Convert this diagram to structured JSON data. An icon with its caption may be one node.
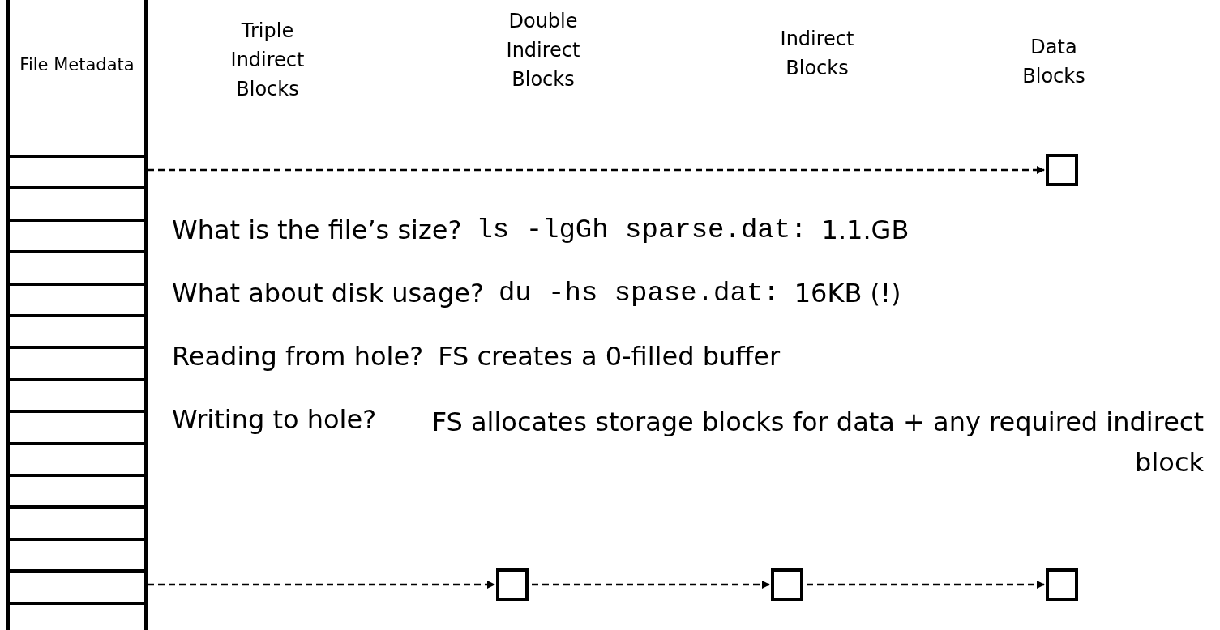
{
  "diagram": {
    "nodes": [
      {
        "text": [
          "File Metadata"
        ]
      },
      {
        "text": [],
        "shape": "box",
        "in": 0
      },
      {
        "text": [],
        "shape": "box",
        "in": 0
      },
      {
        "text": [],
        "shape": "box",
        "in": 0
      },
      {
        "text": [],
        "shape": "box",
        "in": 0
      },
      {
        "text": [],
        "shape": "box",
        "in": 0
      },
      {
        "text": [],
        "shape": "box",
        "in": 0
      },
      {
        "text": [],
        "shape": "box",
        "in": 0
      },
      {
        "text": [],
        "shape": "box",
        "in": 0
      },
      {
        "text": [],
        "shape": "box",
        "in": 0
      },
      {
        "text": [],
        "shape": "box",
        "in": 0
      },
      {
        "text": [],
        "shape": "box",
        "in": 0
      },
      {
        "text": [],
        "shape": "box",
        "in": 0
      },
      {
        "text": [],
        "shape": "box",
        "in": 0
      },
      {
        "text": [],
        "shape": "box",
        "in": 0
      },
      {
        "text": [],
        "shape": "box",
        "in": 0
      },
      {
        "text": [],
        "shape": "box"
      },
      {
        "text": [],
        "shape": "box"
      },
      {
        "text": [],
        "shape": "box"
      },
      {
        "text": [],
        "shape": "box"
      }
    ],
    "edges": [
      {
        "from": 1,
        "to": 16,
        "arrow": "to",
        "style": "dashed"
      },
      {
        "from": 14,
        "to": 17,
        "arrow": "to",
        "style": "dashed"
      },
      {
        "from": 17,
        "to": 18,
        "arrow": "to",
        "style": "dashed"
      },
      {
        "from": 18,
        "to": 19,
        "arrow": "to",
        "style": "dashed"
      }
    ],
    "labels": [
      "Triple Indirect Blocks",
      "Double Indirect Blocks",
      "Indirect Blocks",
      "Data Blocks",
      "What is the file’s size?",
      "ls -lgGh sparse.dat:",
      "1.1.GB",
      "What about disk usage?",
      "du -hs spase.dat:",
      "16KB (!)",
      "Reading from hole?",
      "FS creates a 0-filled buffer",
      "Writing to hole?",
      "FS allocates storage blocks for data + any required indirect block"
    ]
  }
}
